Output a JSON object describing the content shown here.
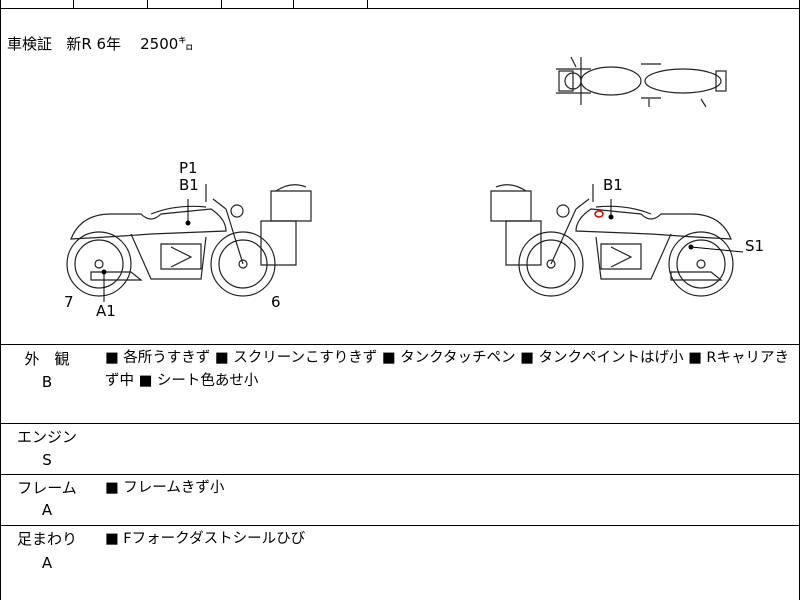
{
  "header": {
    "registration_label": "車検証",
    "registration_value": "新R 6年",
    "mileage": "2500㌔"
  },
  "diagram_marks": {
    "p1": "P1",
    "b1_left": "B1",
    "b1_right": "B1",
    "a1": "A1",
    "num7": "7",
    "num6": "6",
    "s1": "S1"
  },
  "condition": [
    {
      "category": "外　観",
      "grade": "B",
      "items": "■ 各所うすきず ■ スクリーンこすりきず ■ タンクタッチペン ■ タンクペイントはげ小 ■ Rキャリアきず中 ■ シート色あせ小"
    },
    {
      "category": "エンジン",
      "grade": "S",
      "items": ""
    },
    {
      "category": "フレーム",
      "grade": "A",
      "items": "■ フレームきず小"
    },
    {
      "category": "足まわり",
      "grade": "A",
      "items": "■ Fフォークダストシールひび"
    }
  ]
}
